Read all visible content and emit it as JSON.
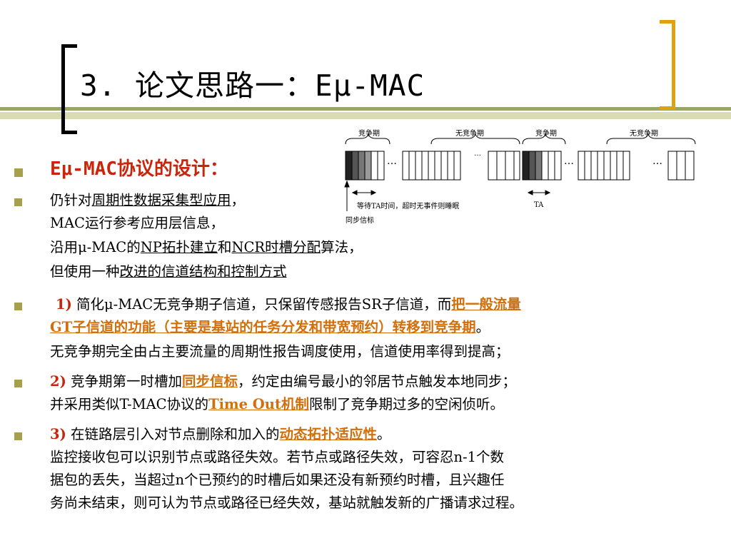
{
  "title": "3. 论文思路一：Eμ-MAC",
  "heading": "Eμ-MAC协议的设计：",
  "diagram": {
    "period_labels": [
      "竞争期",
      "无竞争期",
      "竞争期",
      "无竞争期"
    ],
    "ellipsis": "…",
    "wait_label": "等待TA时间，超时无事件则睡眠",
    "sync_label": "同步信标",
    "ta_label": "TA"
  },
  "p1": {
    "l1a": "仍针对",
    "l1u": "周期性数据采集型应用",
    "l1b": "，",
    "l2": "MAC运行参考应用层信息，",
    "l3a": "沿用μ-MAC的",
    "l3u1": "NP拓扑建立",
    "l3b": "和",
    "l3u2": "NCR时槽分配",
    "l3c": "算法，",
    "l4a": "但使用一种",
    "l4u": "改进的信道结构和控制方式"
  },
  "p2": {
    "num": "1)",
    "l1a": " 简化μ-MAC无竞争期子信道，只保留传感报告SR子信道，而",
    "l1o": "把一般流量",
    "l2o": "GT子信道的功能（主要是基站的任务分发和带宽预约）转移到竞争期",
    "l2b": "。",
    "l3": "无竞争期完全由占主要流量的周期性报告调度使用，信道使用率得到提高；"
  },
  "p3": {
    "num": "2)",
    "l1a": " 竞争期第一时槽加",
    "l1o": "同步信标",
    "l1b": "，约定由编号最小的邻居节点触发本地同步；",
    "l2a": "并采用类似T-MAC协议的",
    "l2o": "Time Out机制",
    "l2b": "限制了竞争期过多的空闲侦听。"
  },
  "p4": {
    "num": "3)",
    "l1a": " 在链路层引入对节点删除和加入的",
    "l1o": "动态拓扑适应性",
    "l1b": "。",
    "l2": "监控接收包可以识别节点或路径失效。若节点或路径失效，可容忍n-1个数",
    "l3": "据包的丢失，当超过n个已预约的时槽后如果还没有新预约时槽，且兴趣任",
    "l4": "务尚未结束，则可认为节点或路径已经失效，基站就触发新的广播请求过程。"
  },
  "colors": {
    "accent": "#c8260b",
    "highlight": "#d26f0a",
    "bullet": "#a6a04c",
    "bracket": "#e0a013"
  }
}
